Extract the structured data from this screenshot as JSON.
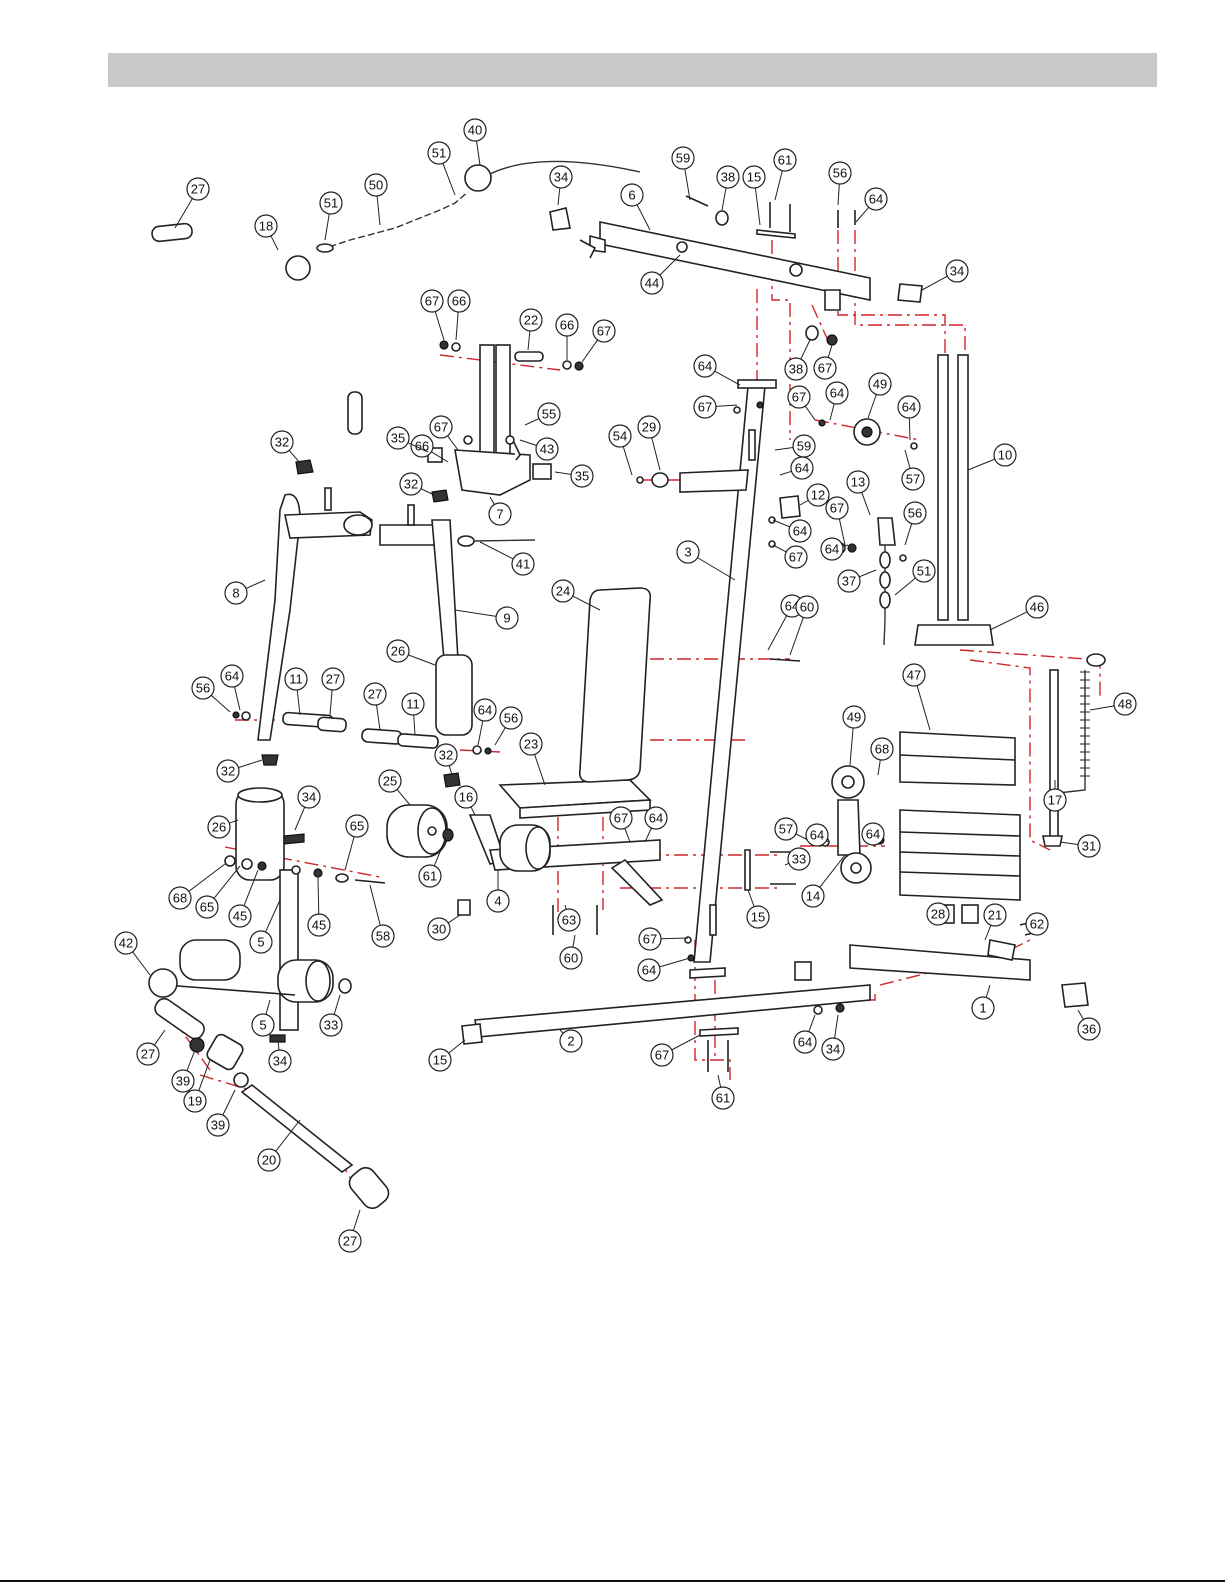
{
  "header_bar": {
    "color": "#c8c8c8"
  },
  "colors": {
    "guide_line": "#d0262b",
    "ink": "#222222",
    "callout_fill": "#ffffff"
  },
  "callouts": [
    {
      "label": "27"
    },
    {
      "label": "18"
    },
    {
      "label": "51"
    },
    {
      "label": "50"
    },
    {
      "label": "51"
    },
    {
      "label": "40"
    },
    {
      "label": "34"
    },
    {
      "label": "59"
    },
    {
      "label": "38"
    },
    {
      "label": "15"
    },
    {
      "label": "61"
    },
    {
      "label": "56"
    },
    {
      "label": "64"
    },
    {
      "label": "6"
    },
    {
      "label": "44"
    },
    {
      "label": "34"
    },
    {
      "label": "67"
    },
    {
      "label": "66"
    },
    {
      "label": "22"
    },
    {
      "label": "66"
    },
    {
      "label": "67"
    },
    {
      "label": "38"
    },
    {
      "label": "67"
    },
    {
      "label": "64"
    },
    {
      "label": "67"
    },
    {
      "label": "67"
    },
    {
      "label": "64"
    },
    {
      "label": "49"
    },
    {
      "label": "64"
    },
    {
      "label": "10"
    },
    {
      "label": "32"
    },
    {
      "label": "67"
    },
    {
      "label": "66"
    },
    {
      "label": "55"
    },
    {
      "label": "35"
    },
    {
      "label": "43"
    },
    {
      "label": "35"
    },
    {
      "label": "54"
    },
    {
      "label": "29"
    },
    {
      "label": "59"
    },
    {
      "label": "64"
    },
    {
      "label": "57"
    },
    {
      "label": "32"
    },
    {
      "label": "7"
    },
    {
      "label": "12"
    },
    {
      "label": "13"
    },
    {
      "label": "67"
    },
    {
      "label": "56"
    },
    {
      "label": "64"
    },
    {
      "label": "64"
    },
    {
      "label": "67"
    },
    {
      "label": "41"
    },
    {
      "label": "3"
    },
    {
      "label": "37"
    },
    {
      "label": "51"
    },
    {
      "label": "8"
    },
    {
      "label": "9"
    },
    {
      "label": "24"
    },
    {
      "label": "64"
    },
    {
      "label": "60"
    },
    {
      "label": "46"
    },
    {
      "label": "26"
    },
    {
      "label": "56"
    },
    {
      "label": "64"
    },
    {
      "label": "11"
    },
    {
      "label": "27"
    },
    {
      "label": "27"
    },
    {
      "label": "11"
    },
    {
      "label": "64"
    },
    {
      "label": "56"
    },
    {
      "label": "47"
    },
    {
      "label": "48"
    },
    {
      "label": "49"
    },
    {
      "label": "23"
    },
    {
      "label": "68"
    },
    {
      "label": "32"
    },
    {
      "label": "32"
    },
    {
      "label": "25"
    },
    {
      "label": "16"
    },
    {
      "label": "34"
    },
    {
      "label": "65"
    },
    {
      "label": "26"
    },
    {
      "label": "67"
    },
    {
      "label": "64"
    },
    {
      "label": "57"
    },
    {
      "label": "64"
    },
    {
      "label": "64"
    },
    {
      "label": "17"
    },
    {
      "label": "33"
    },
    {
      "label": "61"
    },
    {
      "label": "31"
    },
    {
      "label": "68"
    },
    {
      "label": "65"
    },
    {
      "label": "45"
    },
    {
      "label": "45"
    },
    {
      "label": "58"
    },
    {
      "label": "4"
    },
    {
      "label": "15"
    },
    {
      "label": "14"
    },
    {
      "label": "5"
    },
    {
      "label": "30"
    },
    {
      "label": "63"
    },
    {
      "label": "28"
    },
    {
      "label": "21"
    },
    {
      "label": "62"
    },
    {
      "label": "42"
    },
    {
      "label": "60"
    },
    {
      "label": "67"
    },
    {
      "label": "64"
    },
    {
      "label": "33"
    },
    {
      "label": "5"
    },
    {
      "label": "1"
    },
    {
      "label": "36"
    },
    {
      "label": "27"
    },
    {
      "label": "34"
    },
    {
      "label": "2"
    },
    {
      "label": "15"
    },
    {
      "label": "67"
    },
    {
      "label": "64"
    },
    {
      "label": "34"
    },
    {
      "label": "39"
    },
    {
      "label": "19"
    },
    {
      "label": "61"
    },
    {
      "label": "39"
    },
    {
      "label": "20"
    },
    {
      "label": "27"
    }
  ]
}
